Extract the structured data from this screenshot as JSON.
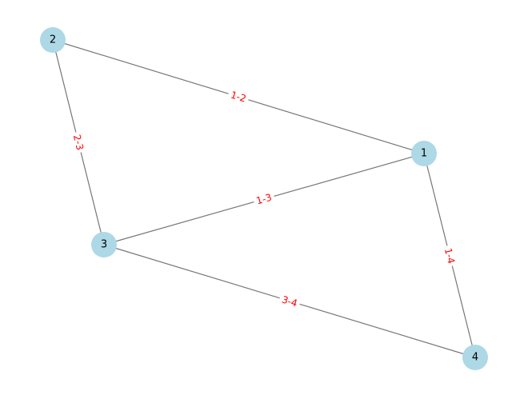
{
  "graph": {
    "nodes": [
      {
        "id": "1",
        "label": "1"
      },
      {
        "id": "2",
        "label": "2"
      },
      {
        "id": "3",
        "label": "3"
      },
      {
        "id": "4",
        "label": "4"
      }
    ],
    "edges": [
      {
        "from": "1",
        "to": "2",
        "label": "1-2"
      },
      {
        "from": "2",
        "to": "3",
        "label": "2-3"
      },
      {
        "from": "1",
        "to": "3",
        "label": "1-3"
      },
      {
        "from": "3",
        "to": "4",
        "label": "3-4"
      },
      {
        "from": "1",
        "to": "4",
        "label": "1-4"
      }
    ]
  },
  "colors": {
    "node_fill": "#add8e6",
    "edge": "#777777",
    "edge_label": "#ff0000",
    "node_label": "#000000"
  }
}
